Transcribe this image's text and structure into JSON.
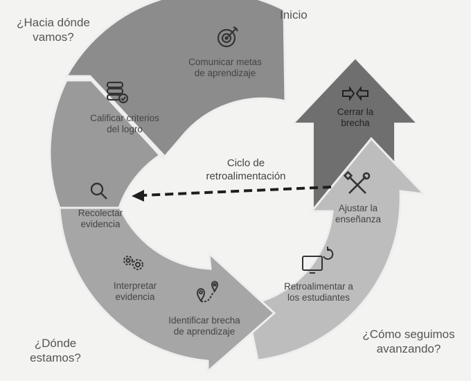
{
  "labels": {
    "start": "Inicio",
    "where_going": [
      "¿Hacia dónde",
      "vamos?"
    ],
    "where_are_we": [
      "¿Dónde",
      "estamos?"
    ],
    "how_continue": [
      "¿Cómo seguimos",
      "avanzando?"
    ],
    "center": [
      "Ciclo de",
      "retroalimentación"
    ]
  },
  "steps": [
    {
      "lines": [
        "Comunicar metas",
        "de aprendizaje"
      ],
      "icon": "target-icon"
    },
    {
      "lines": [
        "Calificar criterios",
        "del logro"
      ],
      "icon": "database-check-icon"
    },
    {
      "lines": [
        "Recolectar",
        "evidencia"
      ],
      "icon": "magnifier-icon"
    },
    {
      "lines": [
        "Interpretar",
        "evidencia"
      ],
      "icon": "gears-icon"
    },
    {
      "lines": [
        "Identificar brecha",
        "de aprendizaje"
      ],
      "icon": "map-pin-icon"
    },
    {
      "lines": [
        "Retroalimentar a",
        "los estudiantes"
      ],
      "icon": "monitor-refresh-icon"
    },
    {
      "lines": [
        "Ajustar la",
        "enseñanza"
      ],
      "icon": "tools-icon"
    },
    {
      "lines": [
        "Cerrar la",
        "brecha"
      ],
      "icon": "arrows-converge-icon"
    }
  ],
  "colors": {
    "ring_dark": "#8f8f8f",
    "ring_mid": "#a3a3a3",
    "ring_light": "#bdbdbd",
    "up_arrow": "#6f6f6f",
    "icon": "#3a3a3a"
  }
}
